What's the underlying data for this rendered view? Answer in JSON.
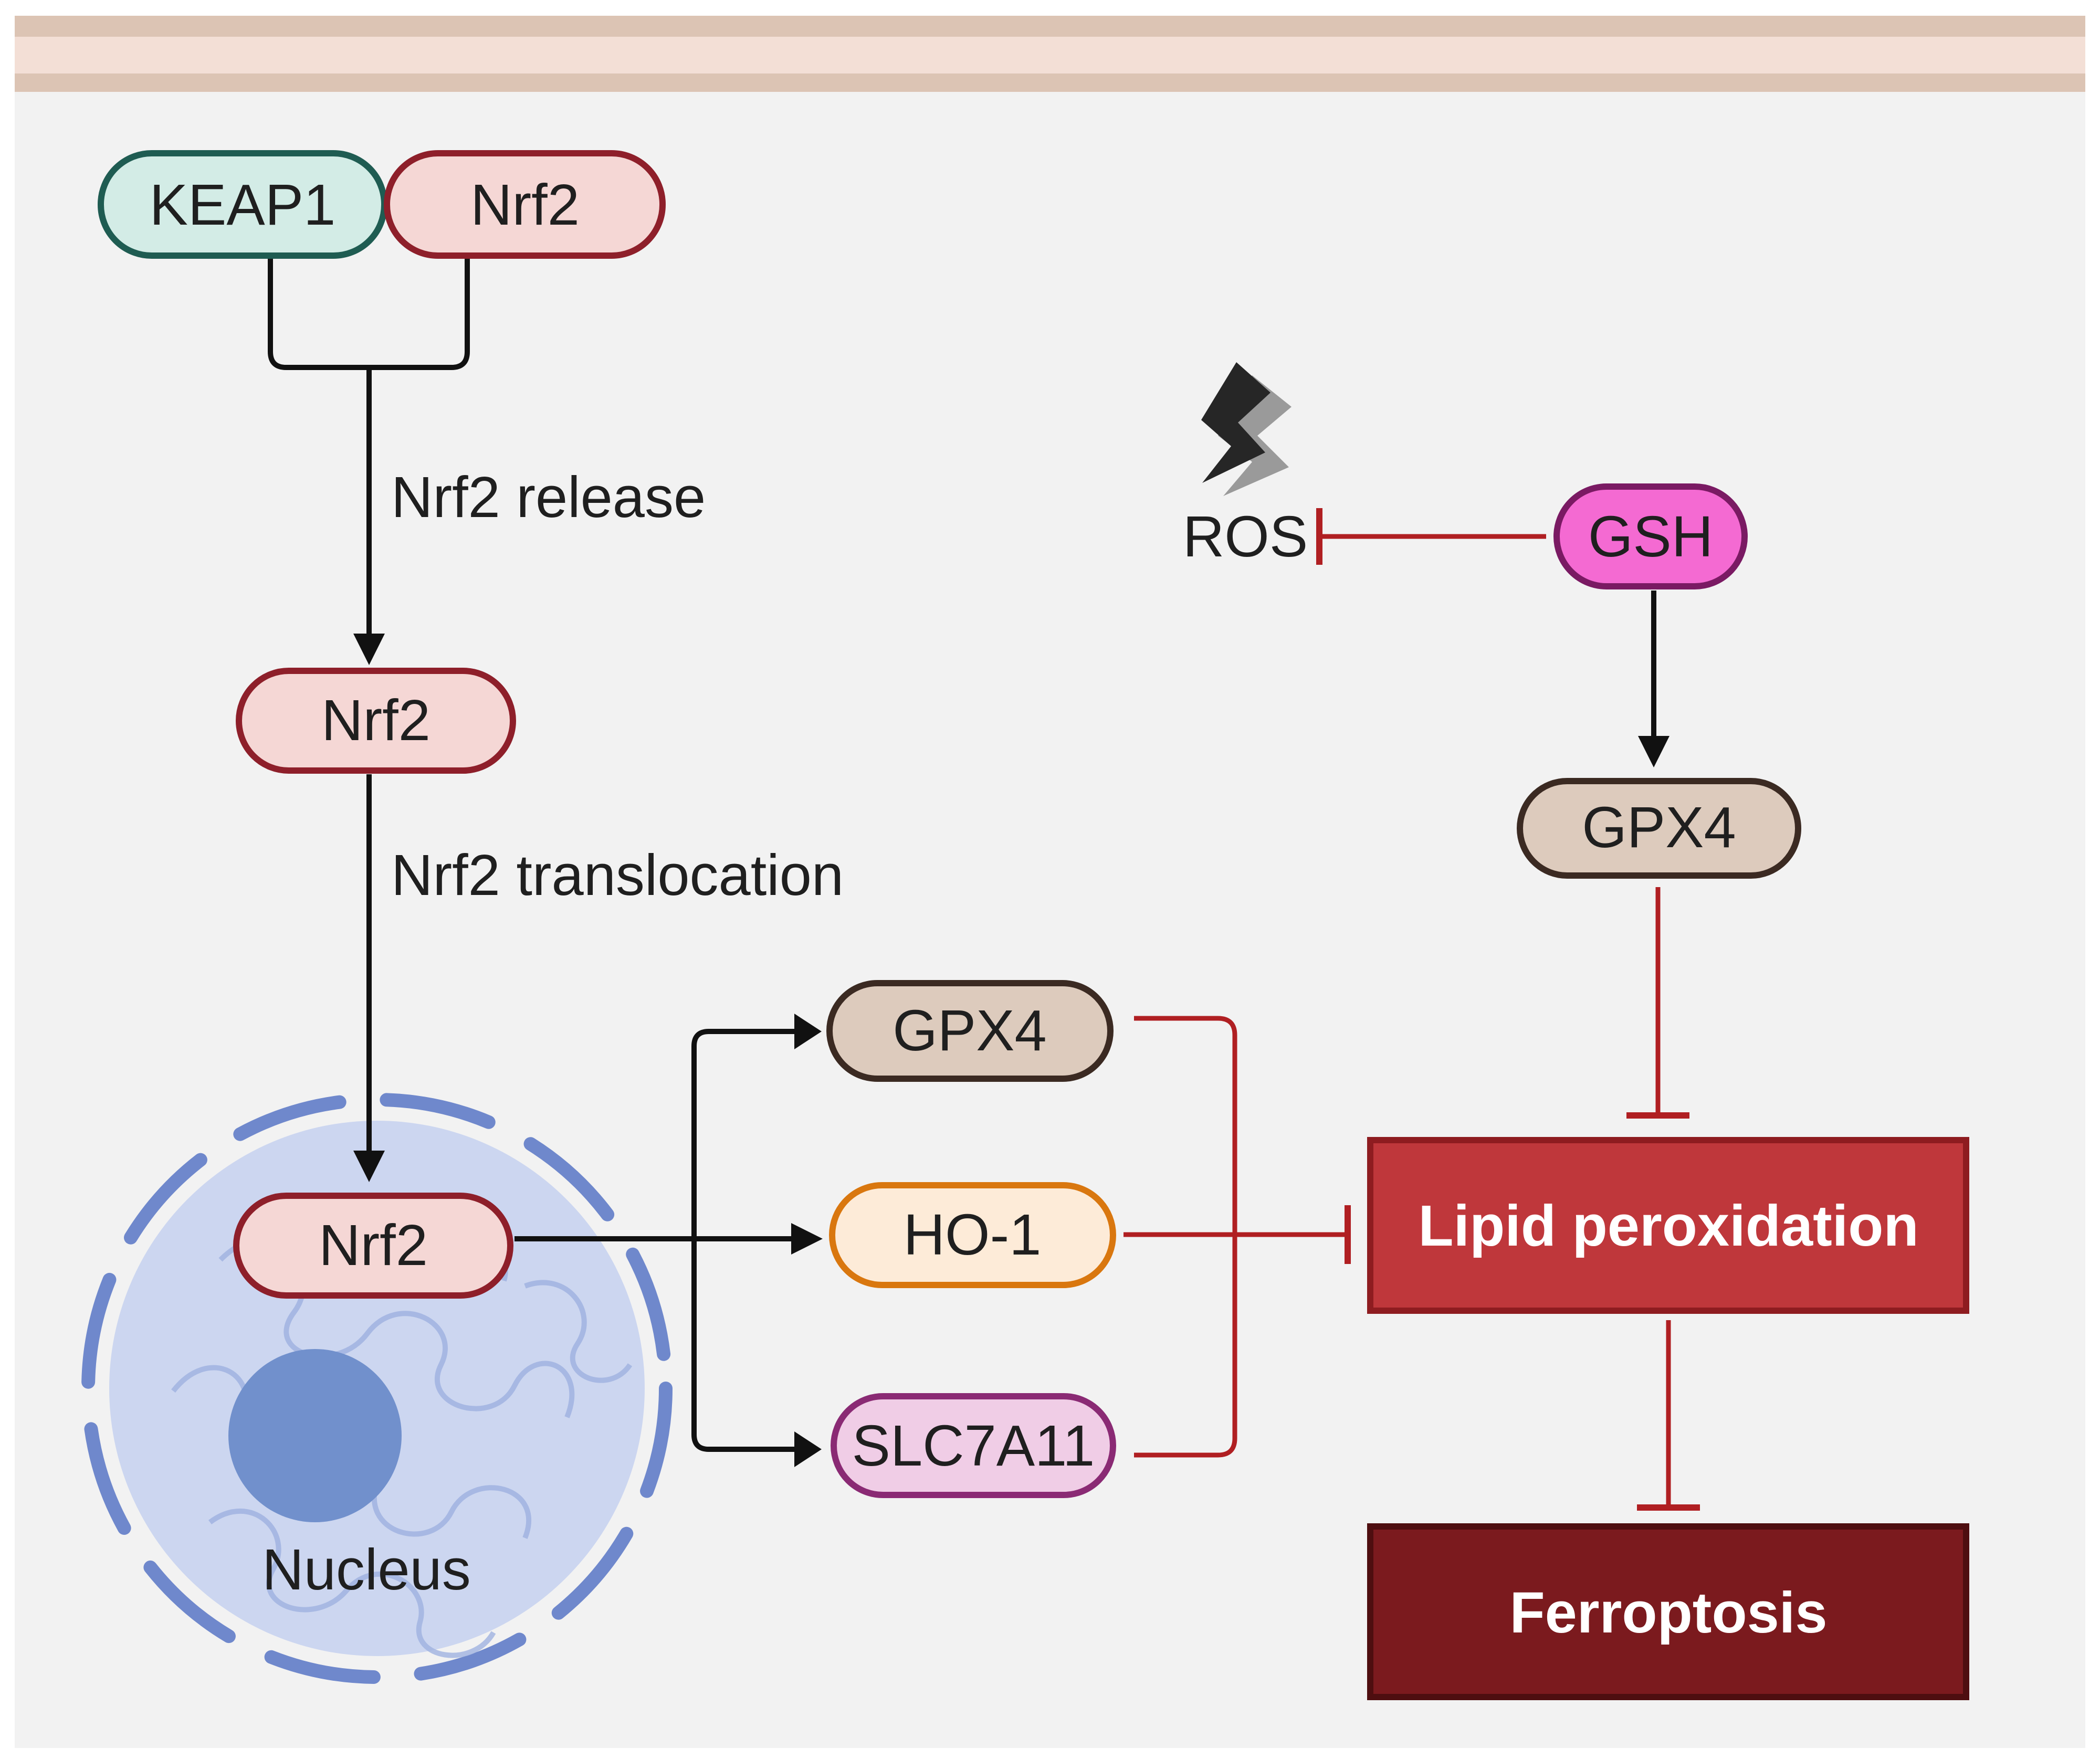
{
  "colors": {
    "background": "#f2f2f2",
    "top_band": "#dcc4b4",
    "top_band_light": "#f3dfd6",
    "keap1_fill": "#d3ece6",
    "keap1_border": "#1f5c52",
    "nrf2_fill": "#f5d7d5",
    "nrf2_border": "#8e1f2a",
    "gpx4_fill": "#ddcbbd",
    "gpx4_border": "#3b2a22",
    "ho1_fill": "#fdebd8",
    "ho1_border": "#d9770f",
    "slc7a11_fill": "#f0cde6",
    "slc7a11_border": "#8a2a74",
    "gsh_fill": "#f46ad2",
    "gsh_border": "#7a1a63",
    "lipid_fill": "#bf373b",
    "lipid_border": "#8e1c20",
    "ferroptosis_fill": "#7b1a1e",
    "ferroptosis_border": "#4e0e10",
    "inhibit_red": "#b01f22",
    "arrow_black": "#111111",
    "nucleus_ring": "#6f88cc",
    "nucleus_fill": "#ccd6f0",
    "nucleolus": "#7190cc"
  },
  "icons": {
    "ros": "lightning-bolt-icon"
  },
  "diagram": {
    "keap1": "KEAP1",
    "nrf2_complex": "Nrf2",
    "nrf2_release_label": "Nrf2 release",
    "nrf2_free": "Nrf2",
    "nrf2_translocation_label": "Nrf2 translocation",
    "nrf2_nuclear": "Nrf2",
    "nucleus_label": "Nucleus",
    "gpx4_target": "GPX4",
    "ho1_target": "HO-1",
    "slc7a11_target": "SLC7A11",
    "ros": "ROS",
    "gsh": "GSH",
    "gpx4_gsh": "GPX4",
    "lipid_peroxidation": "Lipid peroxidation",
    "ferroptosis": "Ferroptosis"
  }
}
